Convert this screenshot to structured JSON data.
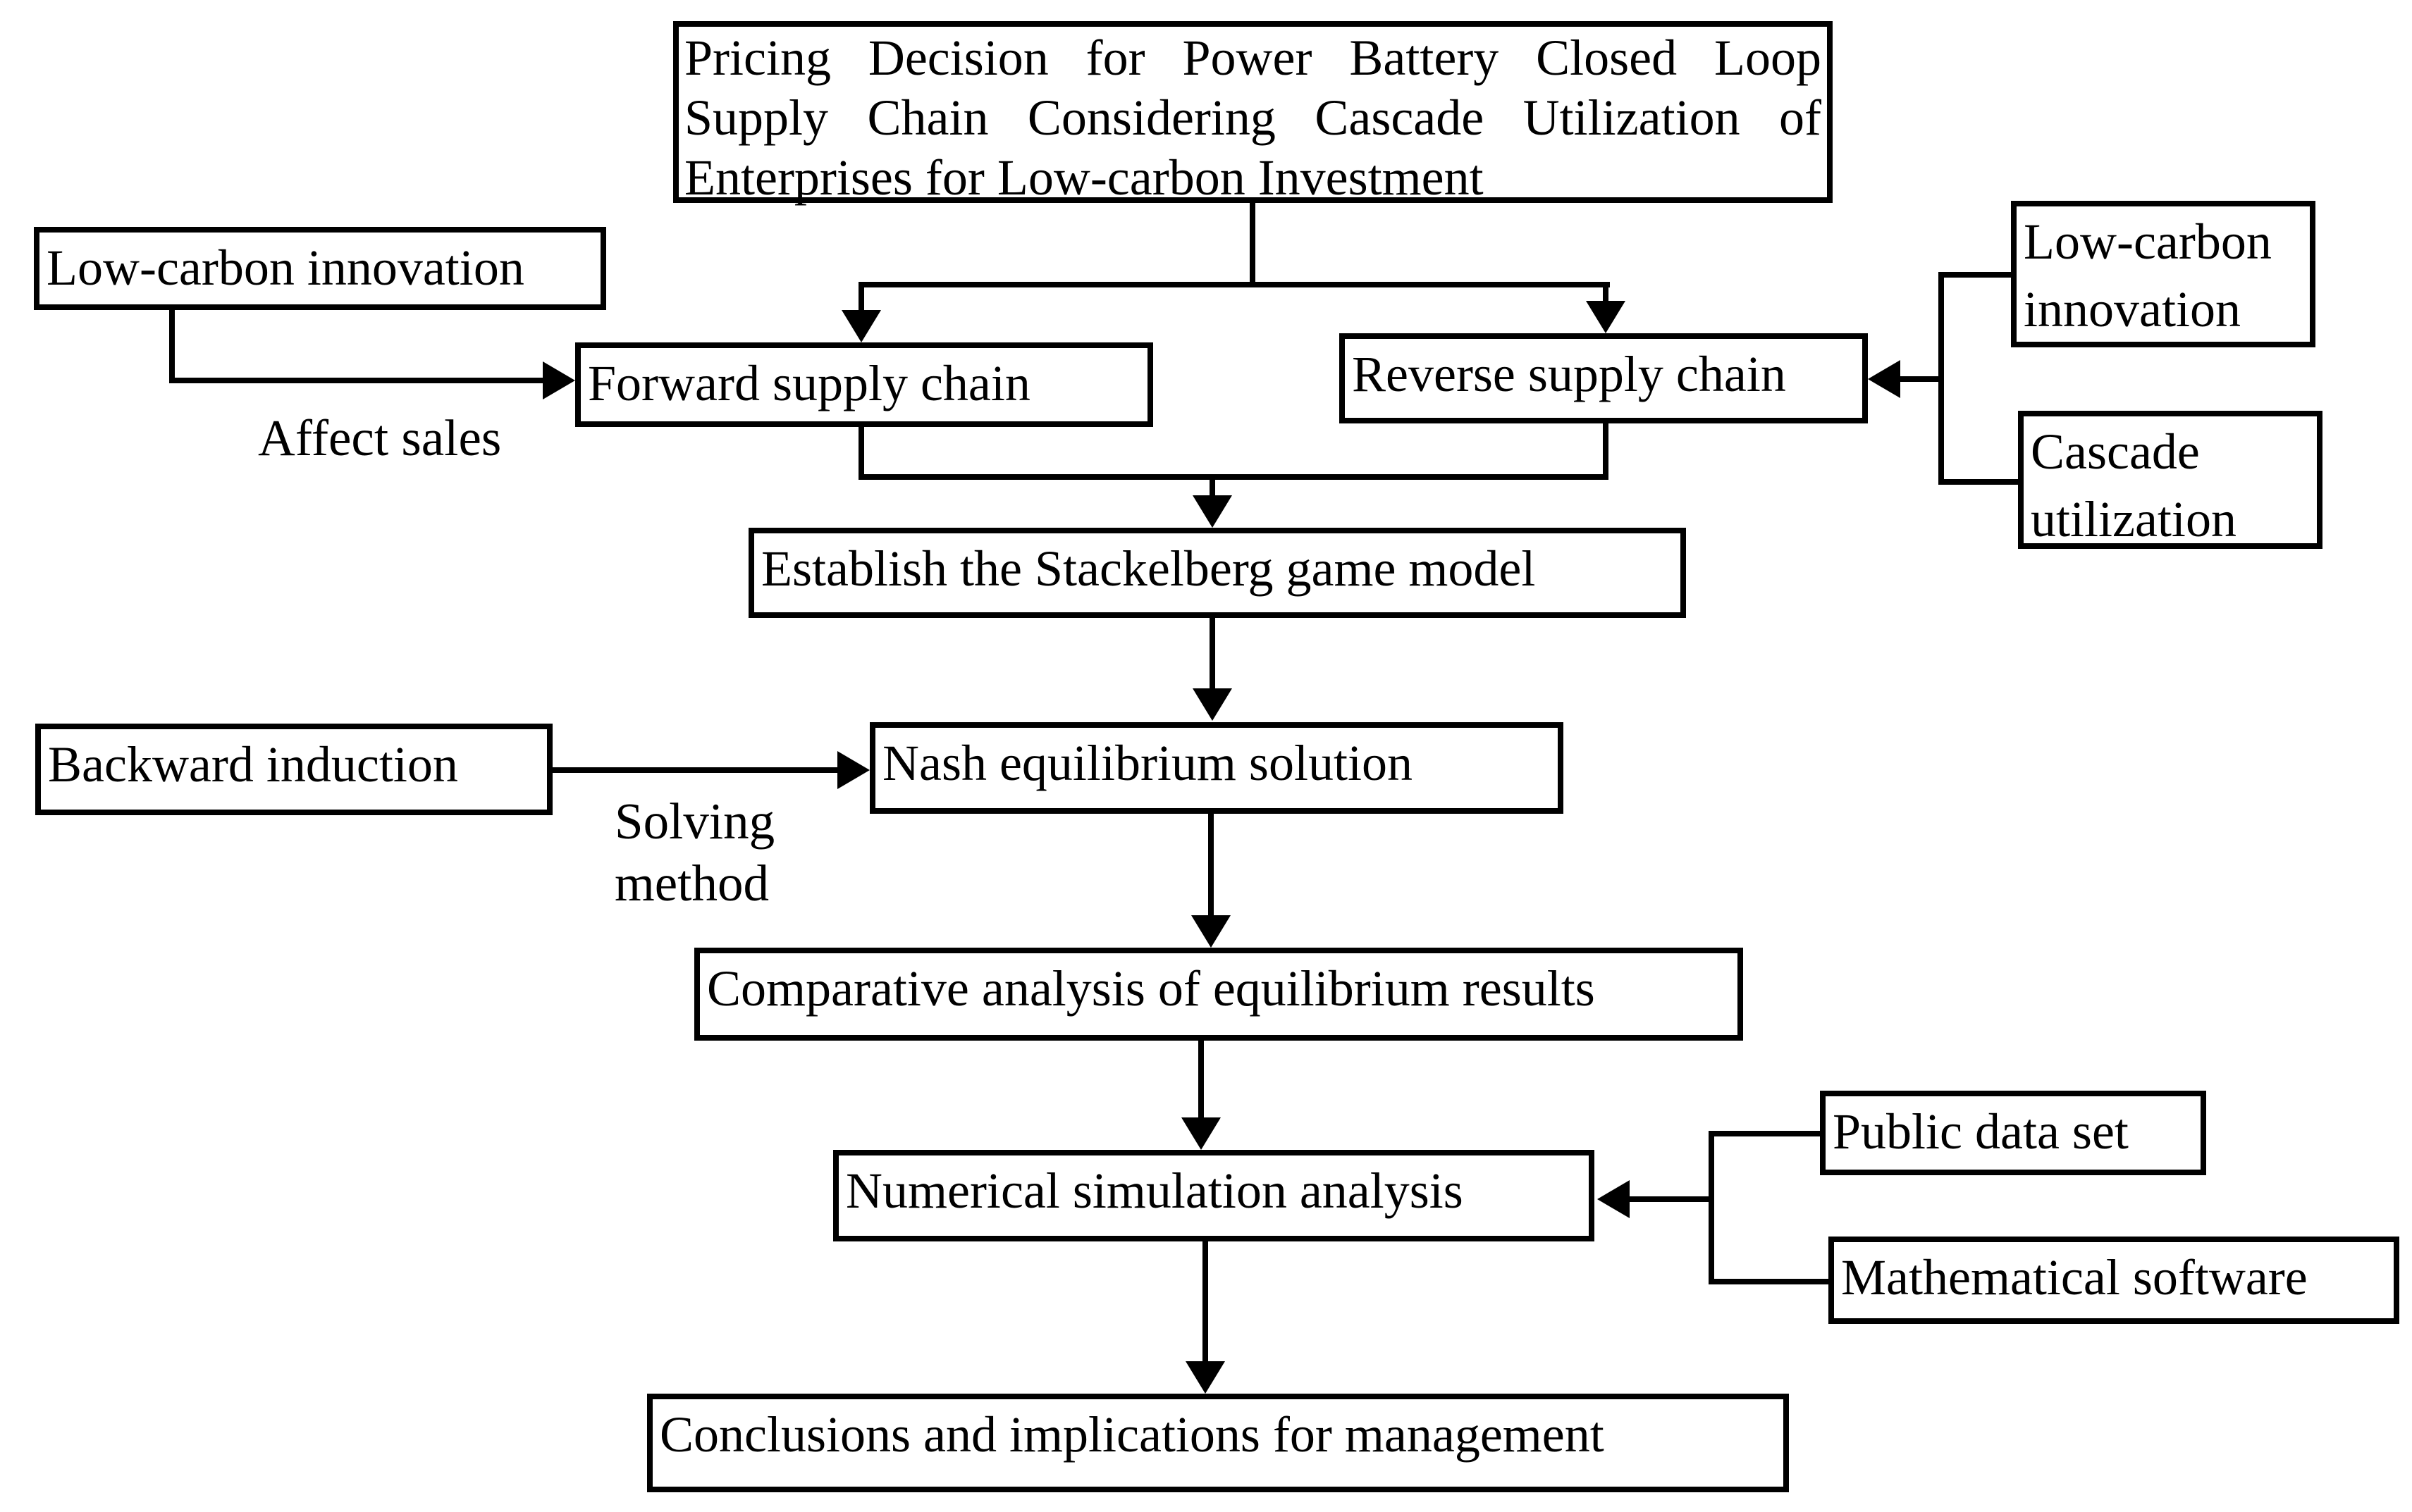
{
  "diagram": {
    "title": "Flowchart: pricing decision research framework",
    "nodes": {
      "title_box": "Pricing Decision for Power Battery Closed Loop Supply Chain Considering Cascade Utilization of Enterprises for Low-carbon Investment",
      "low_carbon_innovation_left": "Low-carbon innovation",
      "forward_supply_chain": "Forward supply chain",
      "reverse_supply_chain": "Reverse supply chain",
      "low_carbon_innovation_right": "Low-carbon innovation",
      "cascade_utilization": "Cascade utilization",
      "stackelberg_model": "Establish the Stackelberg game model",
      "backward_induction": "Backward induction",
      "nash_solution": "Nash equilibrium solution",
      "comparative_analysis": "Comparative analysis of equilibrium results",
      "numerical_simulation": "Numerical simulation analysis",
      "public_data_set": "Public data set",
      "mathematical_software": "Mathematical software",
      "conclusions": "Conclusions and implications for management"
    },
    "edge_labels": {
      "affect_sales": "Affect sales",
      "solving_method": "Solving\nmethod"
    },
    "colors": {
      "line": "#000000",
      "background": "#ffffff",
      "text": "#000000"
    }
  }
}
